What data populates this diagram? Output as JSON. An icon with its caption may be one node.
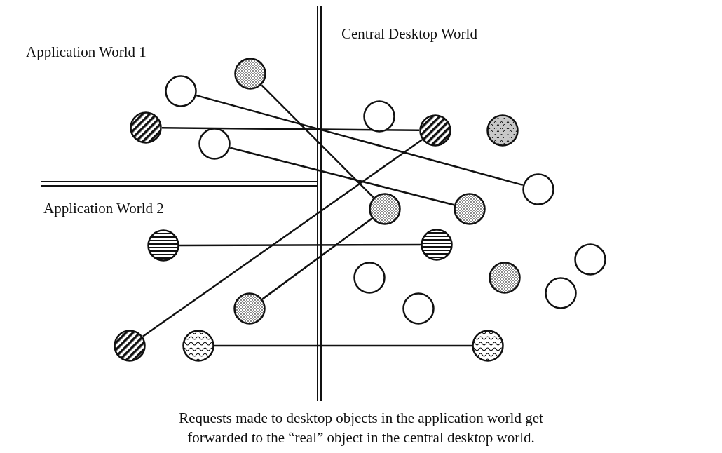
{
  "diagram": {
    "caption": "Requests made to desktop objects in the application world get forwarded to the “real” object in the central desktop world.",
    "nodes": [
      {
        "text": [],
        "shape": "circle"
      },
      {
        "text": [],
        "shape": "circle"
      },
      {
        "text": [],
        "shape": "circle"
      },
      {
        "text": [],
        "shape": "circle"
      },
      {
        "text": [],
        "shape": "circle"
      },
      {
        "text": [],
        "shape": "circle"
      },
      {
        "text": [],
        "shape": "circle"
      },
      {
        "text": [],
        "shape": "circle"
      },
      {
        "text": [],
        "shape": "circle"
      },
      {
        "text": [],
        "shape": "circle"
      },
      {
        "text": [],
        "shape": "circle"
      },
      {
        "text": [],
        "shape": "circle"
      },
      {
        "text": [],
        "shape": "circle"
      },
      {
        "text": [],
        "shape": "circle"
      },
      {
        "text": [],
        "shape": "circle"
      },
      {
        "text": [],
        "shape": "circle"
      },
      {
        "text": [],
        "shape": "circle"
      },
      {
        "text": [],
        "shape": "circle"
      },
      {
        "text": [],
        "shape": "circle"
      },
      {
        "text": [],
        "shape": "circle"
      },
      {
        "text": [],
        "shape": "circle"
      }
    ],
    "edges": [
      {
        "from": 0,
        "to": 11,
        "arrow": "none"
      },
      {
        "from": 1,
        "to": 12,
        "arrow": "none"
      },
      {
        "from": 2,
        "to": 9,
        "arrow": "none"
      },
      {
        "from": 3,
        "to": 13,
        "arrow": "none"
      },
      {
        "from": 4,
        "to": 14,
        "arrow": "none"
      },
      {
        "from": 5,
        "to": 12,
        "arrow": "none"
      },
      {
        "from": 6,
        "to": 9,
        "arrow": "none"
      },
      {
        "from": 7,
        "to": 20,
        "arrow": "none"
      }
    ],
    "labels": [
      "Application World 1",
      "Central Desktop World",
      "Application World 2"
    ]
  }
}
